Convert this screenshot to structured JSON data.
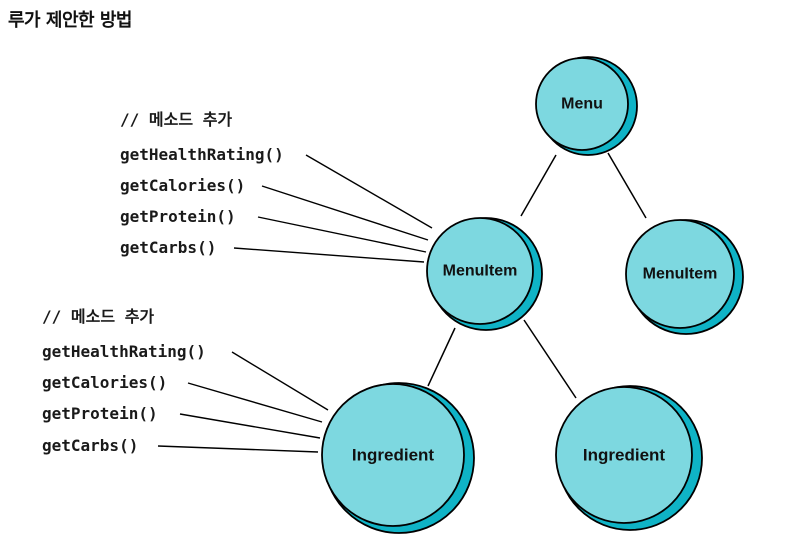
{
  "title": "루가 제안한 방법",
  "nodes": {
    "menu": "Menu",
    "menuitem_left": "MenuItem",
    "menuitem_right": "MenuItem",
    "ingredient_left": "Ingredient",
    "ingredient_right": "Ingredient"
  },
  "menuitem_methods": {
    "comment": "// 메소드 추가",
    "methods": [
      "getHealthRating()",
      "getCalories()",
      "getProtein()",
      "getCarbs()"
    ]
  },
  "ingredient_methods": {
    "comment": "// 메소드 추가",
    "methods": [
      "getHealthRating()",
      "getCalories()",
      "getProtein()",
      "getCarbs()"
    ]
  },
  "colors": {
    "node_fill": "#7dd8e0",
    "node_shadow": "#0fb3c6"
  }
}
